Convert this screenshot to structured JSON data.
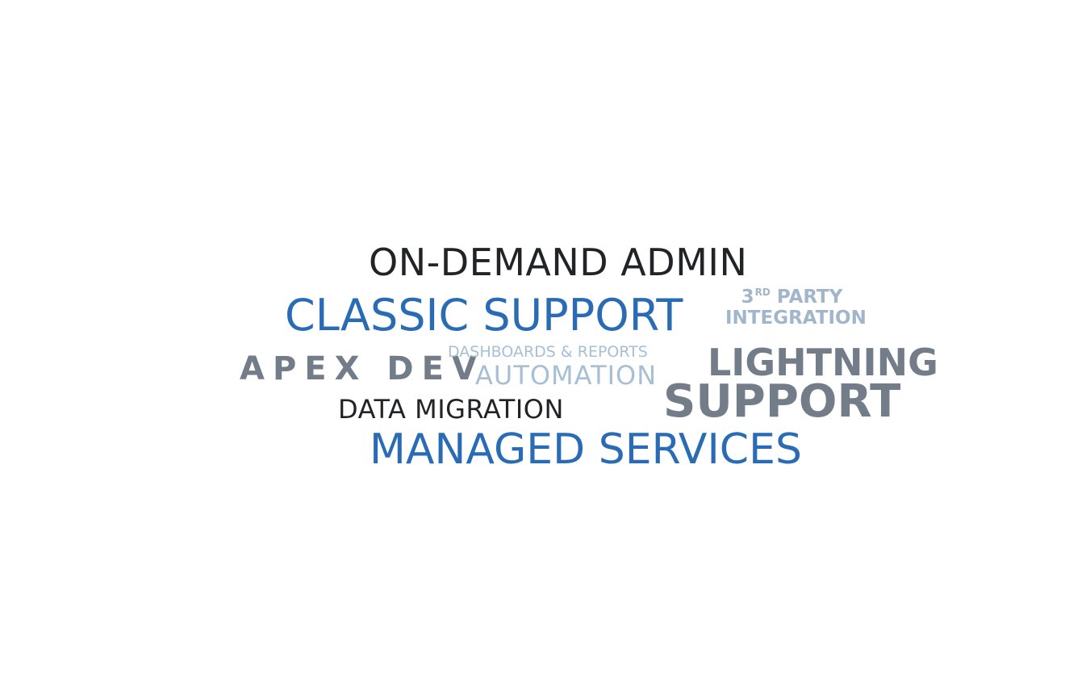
{
  "cloud": {
    "words": {
      "on_demand": "ON-DEMAND ADMIN",
      "classic_support": "CLASSIC SUPPORT",
      "third_party_num": "3",
      "third_party_sup": "RD",
      "third_party_rest": " PARTY",
      "integration": "INTEGRATION",
      "apex_dev": "APEX DEV",
      "dashboards": "DASHBOARDS & REPORTS",
      "automation": "AUTOMATION",
      "lightning": "LIGHTNING",
      "support": "SUPPORT",
      "data_migration": "DATA MIGRATION",
      "managed_services": "MANAGED SERVICES"
    },
    "colors": {
      "dark": "#222326",
      "blue": "#2a6bb5",
      "slate": "#727d89",
      "pale": "#a7bfd6",
      "light": "#a2b6cb"
    }
  }
}
